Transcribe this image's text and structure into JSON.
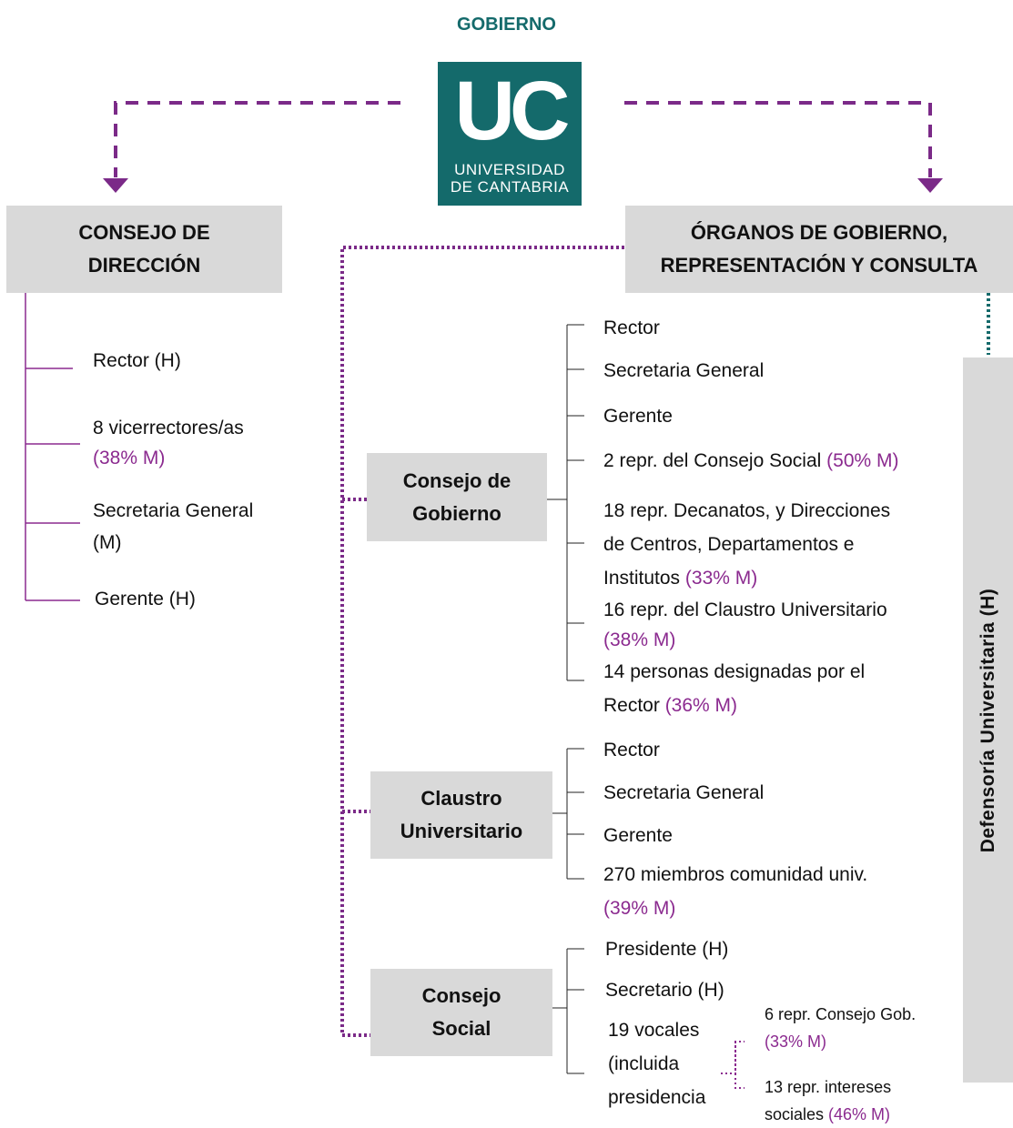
{
  "title": "GOBIERNO",
  "logo": {
    "initials": "UC",
    "line1": "UNIVERSIDAD",
    "line2": "DE CANTABRIA"
  },
  "colors": {
    "brand": "#146a6b",
    "accent": "#8b2a8f",
    "box": "#d9d9d9"
  },
  "consejo_direccion": {
    "label_line1": "CONSEJO DE",
    "label_line2": "DIRECCIÓN",
    "items": [
      {
        "text": "Rector (H)",
        "pct": ""
      },
      {
        "text": "8 vicerrectores/as",
        "pct": "(38% M)"
      },
      {
        "text": "Secretaria General",
        "text2": "(M)"
      },
      {
        "text": "Gerente (H)"
      }
    ]
  },
  "organos": {
    "label_line1": "ÓRGANOS DE GOBIERNO,",
    "label_line2": "REPRESENTACIÓN Y CONSULTA"
  },
  "consejo_gobierno": {
    "label_line1": "Consejo de",
    "label_line2": "Gobierno",
    "items": [
      {
        "text": "Rector"
      },
      {
        "text": "Secretaria General"
      },
      {
        "text": "Gerente"
      },
      {
        "text": "2 repr. del Consejo Social ",
        "pct": "(50% M)"
      },
      {
        "line1": "18 repr. Decanatos, y Direcciones",
        "line2": "de Centros, Departamentos e",
        "line3": "Institutos ",
        "pct": "(33% M)"
      },
      {
        "line1": "16 repr. del Claustro Universitario",
        "pct": "(38% M)"
      },
      {
        "line1": "14 personas designadas por el",
        "line2": "Rector ",
        "pct": "(36% M)"
      }
    ]
  },
  "claustro": {
    "label_line1": "Claustro",
    "label_line2": "Universitario",
    "items": [
      {
        "text": "Rector"
      },
      {
        "text": "Secretaria General"
      },
      {
        "text": "Gerente"
      },
      {
        "text": "270 miembros comunidad univ.",
        "pct": "(39% M)"
      }
    ]
  },
  "consejo_social": {
    "label_line1": "Consejo",
    "label_line2": "Social",
    "items": [
      {
        "text": "Presidente (H)"
      },
      {
        "text": "Secretario (H)"
      },
      {
        "line1": "19 vocales",
        "line2": "(incluida",
        "line3": "presidencia"
      }
    ],
    "subitems": [
      {
        "text": "6 repr. Consejo Gob.",
        "pct": "(33% M)"
      },
      {
        "text": "13 repr. intereses",
        "text2": "sociales ",
        "pct": "(46% M)"
      }
    ]
  },
  "defensoria": "Defensoría  Universitaria  (H)"
}
